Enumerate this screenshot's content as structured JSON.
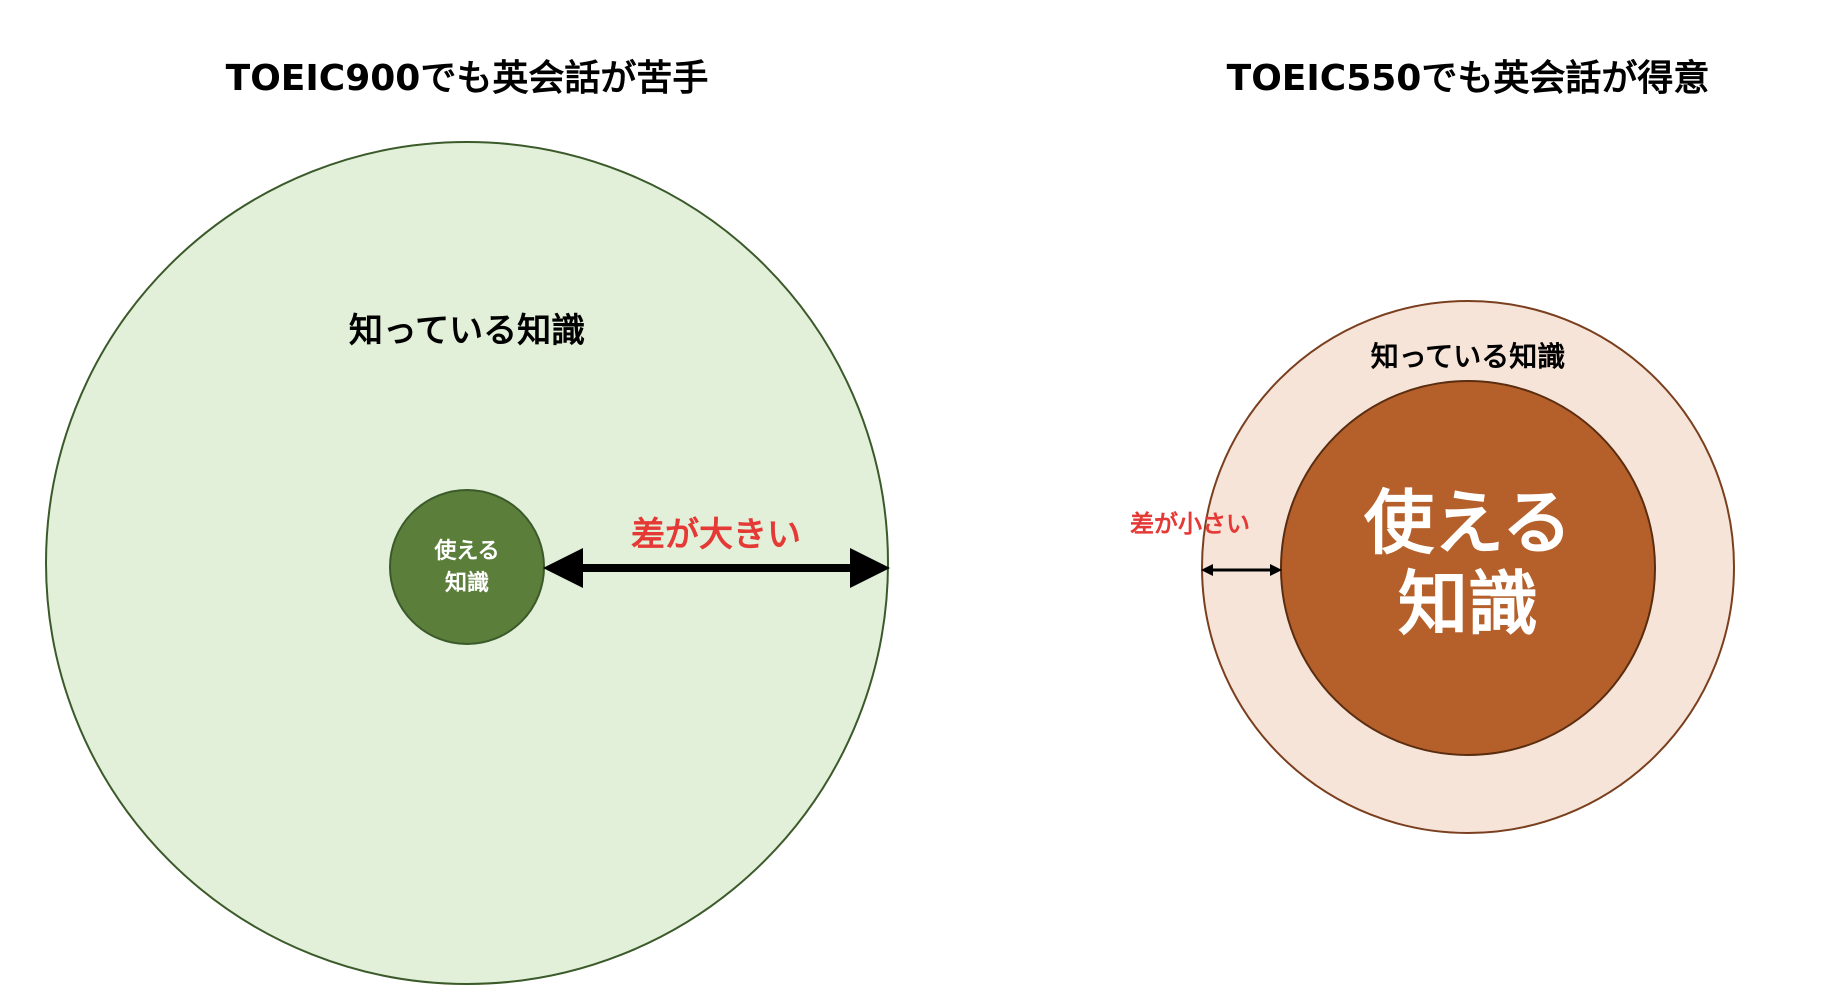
{
  "left": {
    "title": "TOEIC900でも英会話が苦手",
    "outer_label": "知っている知識",
    "inner_label_line1": "使える",
    "inner_label_line2": "知識",
    "gap_label": "差が大きい"
  },
  "right": {
    "title": "TOEIC550でも英会話が得意",
    "outer_label": "知っている知識",
    "inner_label_line1": "使える",
    "inner_label_line2": "知識",
    "gap_label": "差が小さい"
  },
  "colors": {
    "left_outer_fill": "#e2efd9",
    "left_outer_stroke": "#3b5a2a",
    "left_inner_fill": "#5b7e3b",
    "right_outer_fill": "#f7e4d8",
    "right_outer_stroke": "#7a3f1e",
    "right_inner_fill": "#b5602a",
    "gap_text": "#e53935",
    "arrow": "#000000",
    "title_text": "#000000",
    "inner_text": "#ffffff"
  }
}
